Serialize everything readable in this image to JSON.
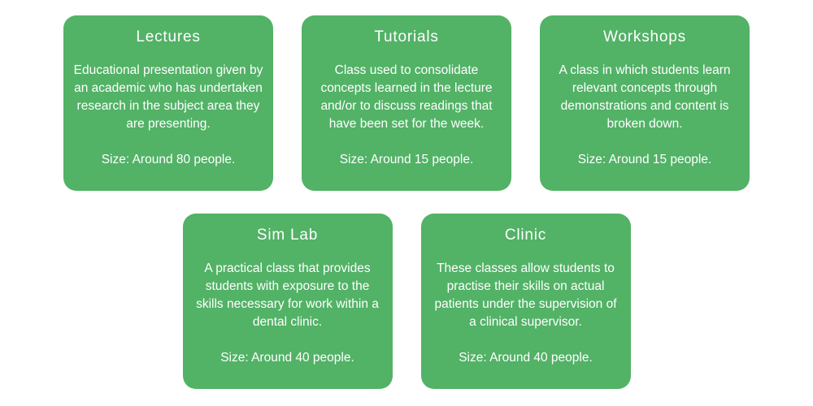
{
  "theme": {
    "card_background": "#52b266",
    "text_color": "#ffffff",
    "page_background": "#ffffff"
  },
  "cards": [
    {
      "id": "lectures",
      "title": "Lectures",
      "description": "Educational presentation given by an academic who has undertaken research in the subject area they are presenting.",
      "size": "Size: Around 80 people."
    },
    {
      "id": "tutorials",
      "title": "Tutorials",
      "description": "Class used to consolidate concepts learned in the lecture and/or to discuss readings that have been set for the week.",
      "size": "Size: Around 15 people."
    },
    {
      "id": "workshops",
      "title": "Workshops",
      "description": "A class in which students learn relevant concepts through demonstrations and content is broken down.",
      "size": "Size: Around 15 people."
    },
    {
      "id": "sim-lab",
      "title": "Sim Lab",
      "description": "A practical class that provides students with exposure to the skills necessary for work within a dental clinic.",
      "size": "Size: Around 40 people."
    },
    {
      "id": "clinic",
      "title": "Clinic",
      "description": "These classes allow students to practise their skills on actual patients under the supervision of a clinical supervisor.",
      "size": "Size: Around 40 people."
    }
  ]
}
